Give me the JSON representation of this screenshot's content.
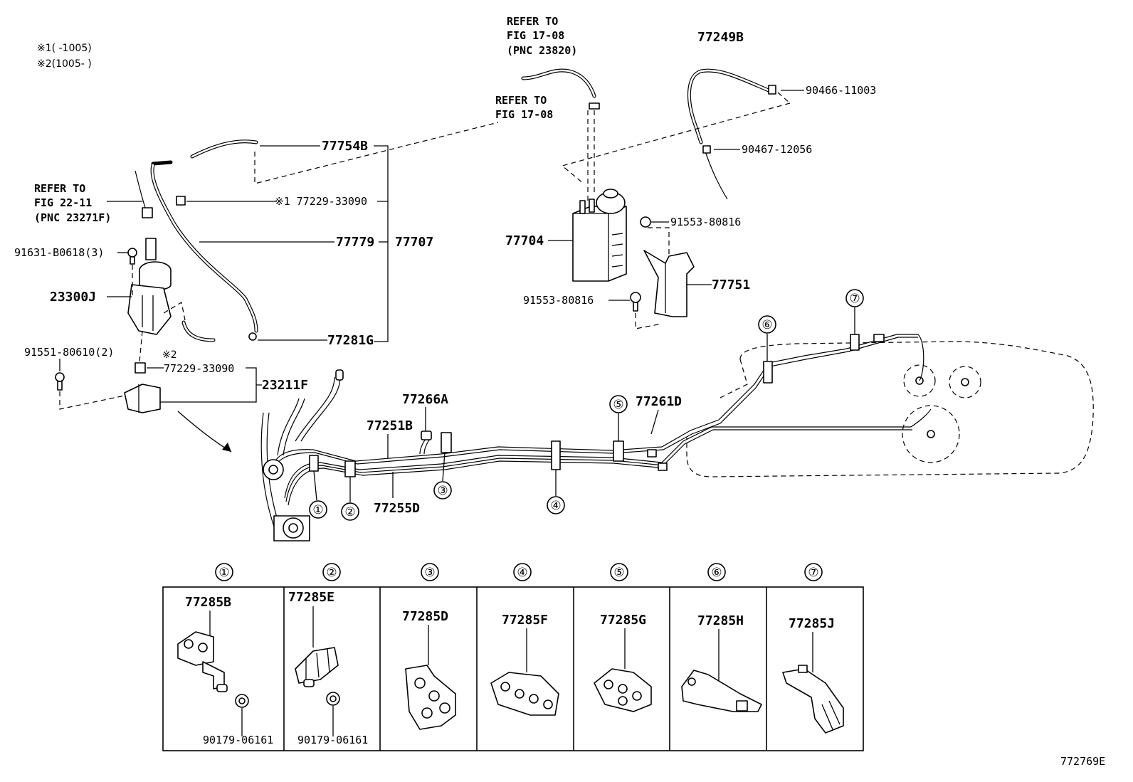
{
  "notes": {
    "note1": "※1(   -1005)",
    "note2": "※2(1005-   )"
  },
  "refs": {
    "ref_a": [
      "REFER TO",
      "FIG 17-08",
      "(PNC 23820)"
    ],
    "ref_b": [
      "REFER TO",
      "FIG 17-08"
    ],
    "ref_c": [
      "REFER TO",
      "FIG 22-11",
      "(PNC 23271F)"
    ]
  },
  "parts": {
    "p77249B": "77249B",
    "p90466": "90466-11003",
    "p90467": "90467-12056",
    "p77754B": "77754B",
    "p77229_1": "※1 77229-33090",
    "p77779": "77779",
    "p77707": "77707",
    "p91631": "91631-B0618(3)",
    "p23300J": "23300J",
    "p77281G": "77281G",
    "p91551": "91551-80610(2)",
    "p77229_2_mark": "※2",
    "p77229_2": "77229-33090",
    "p23211F": "23211F",
    "p77704": "77704",
    "p91553_a": "91553-80816",
    "p77751": "77751",
    "p91553_b": "91553-80816",
    "p77266A": "77266A",
    "p77251B": "77251B",
    "p77255D": "77255D",
    "p77261D": "77261D"
  },
  "callouts": [
    "①",
    "②",
    "③",
    "④",
    "⑤",
    "⑥",
    "⑦"
  ],
  "clamp_table": [
    {
      "num": "①",
      "part": "77285B",
      "sub": "90179-06161"
    },
    {
      "num": "②",
      "part": "77285E",
      "sub": "90179-06161"
    },
    {
      "num": "③",
      "part": "77285D",
      "sub": ""
    },
    {
      "num": "④",
      "part": "77285F",
      "sub": ""
    },
    {
      "num": "⑤",
      "part": "77285G",
      "sub": ""
    },
    {
      "num": "⑥",
      "part": "77285H",
      "sub": ""
    },
    {
      "num": "⑦",
      "part": "77285J",
      "sub": ""
    }
  ],
  "figure_id": "772769E"
}
